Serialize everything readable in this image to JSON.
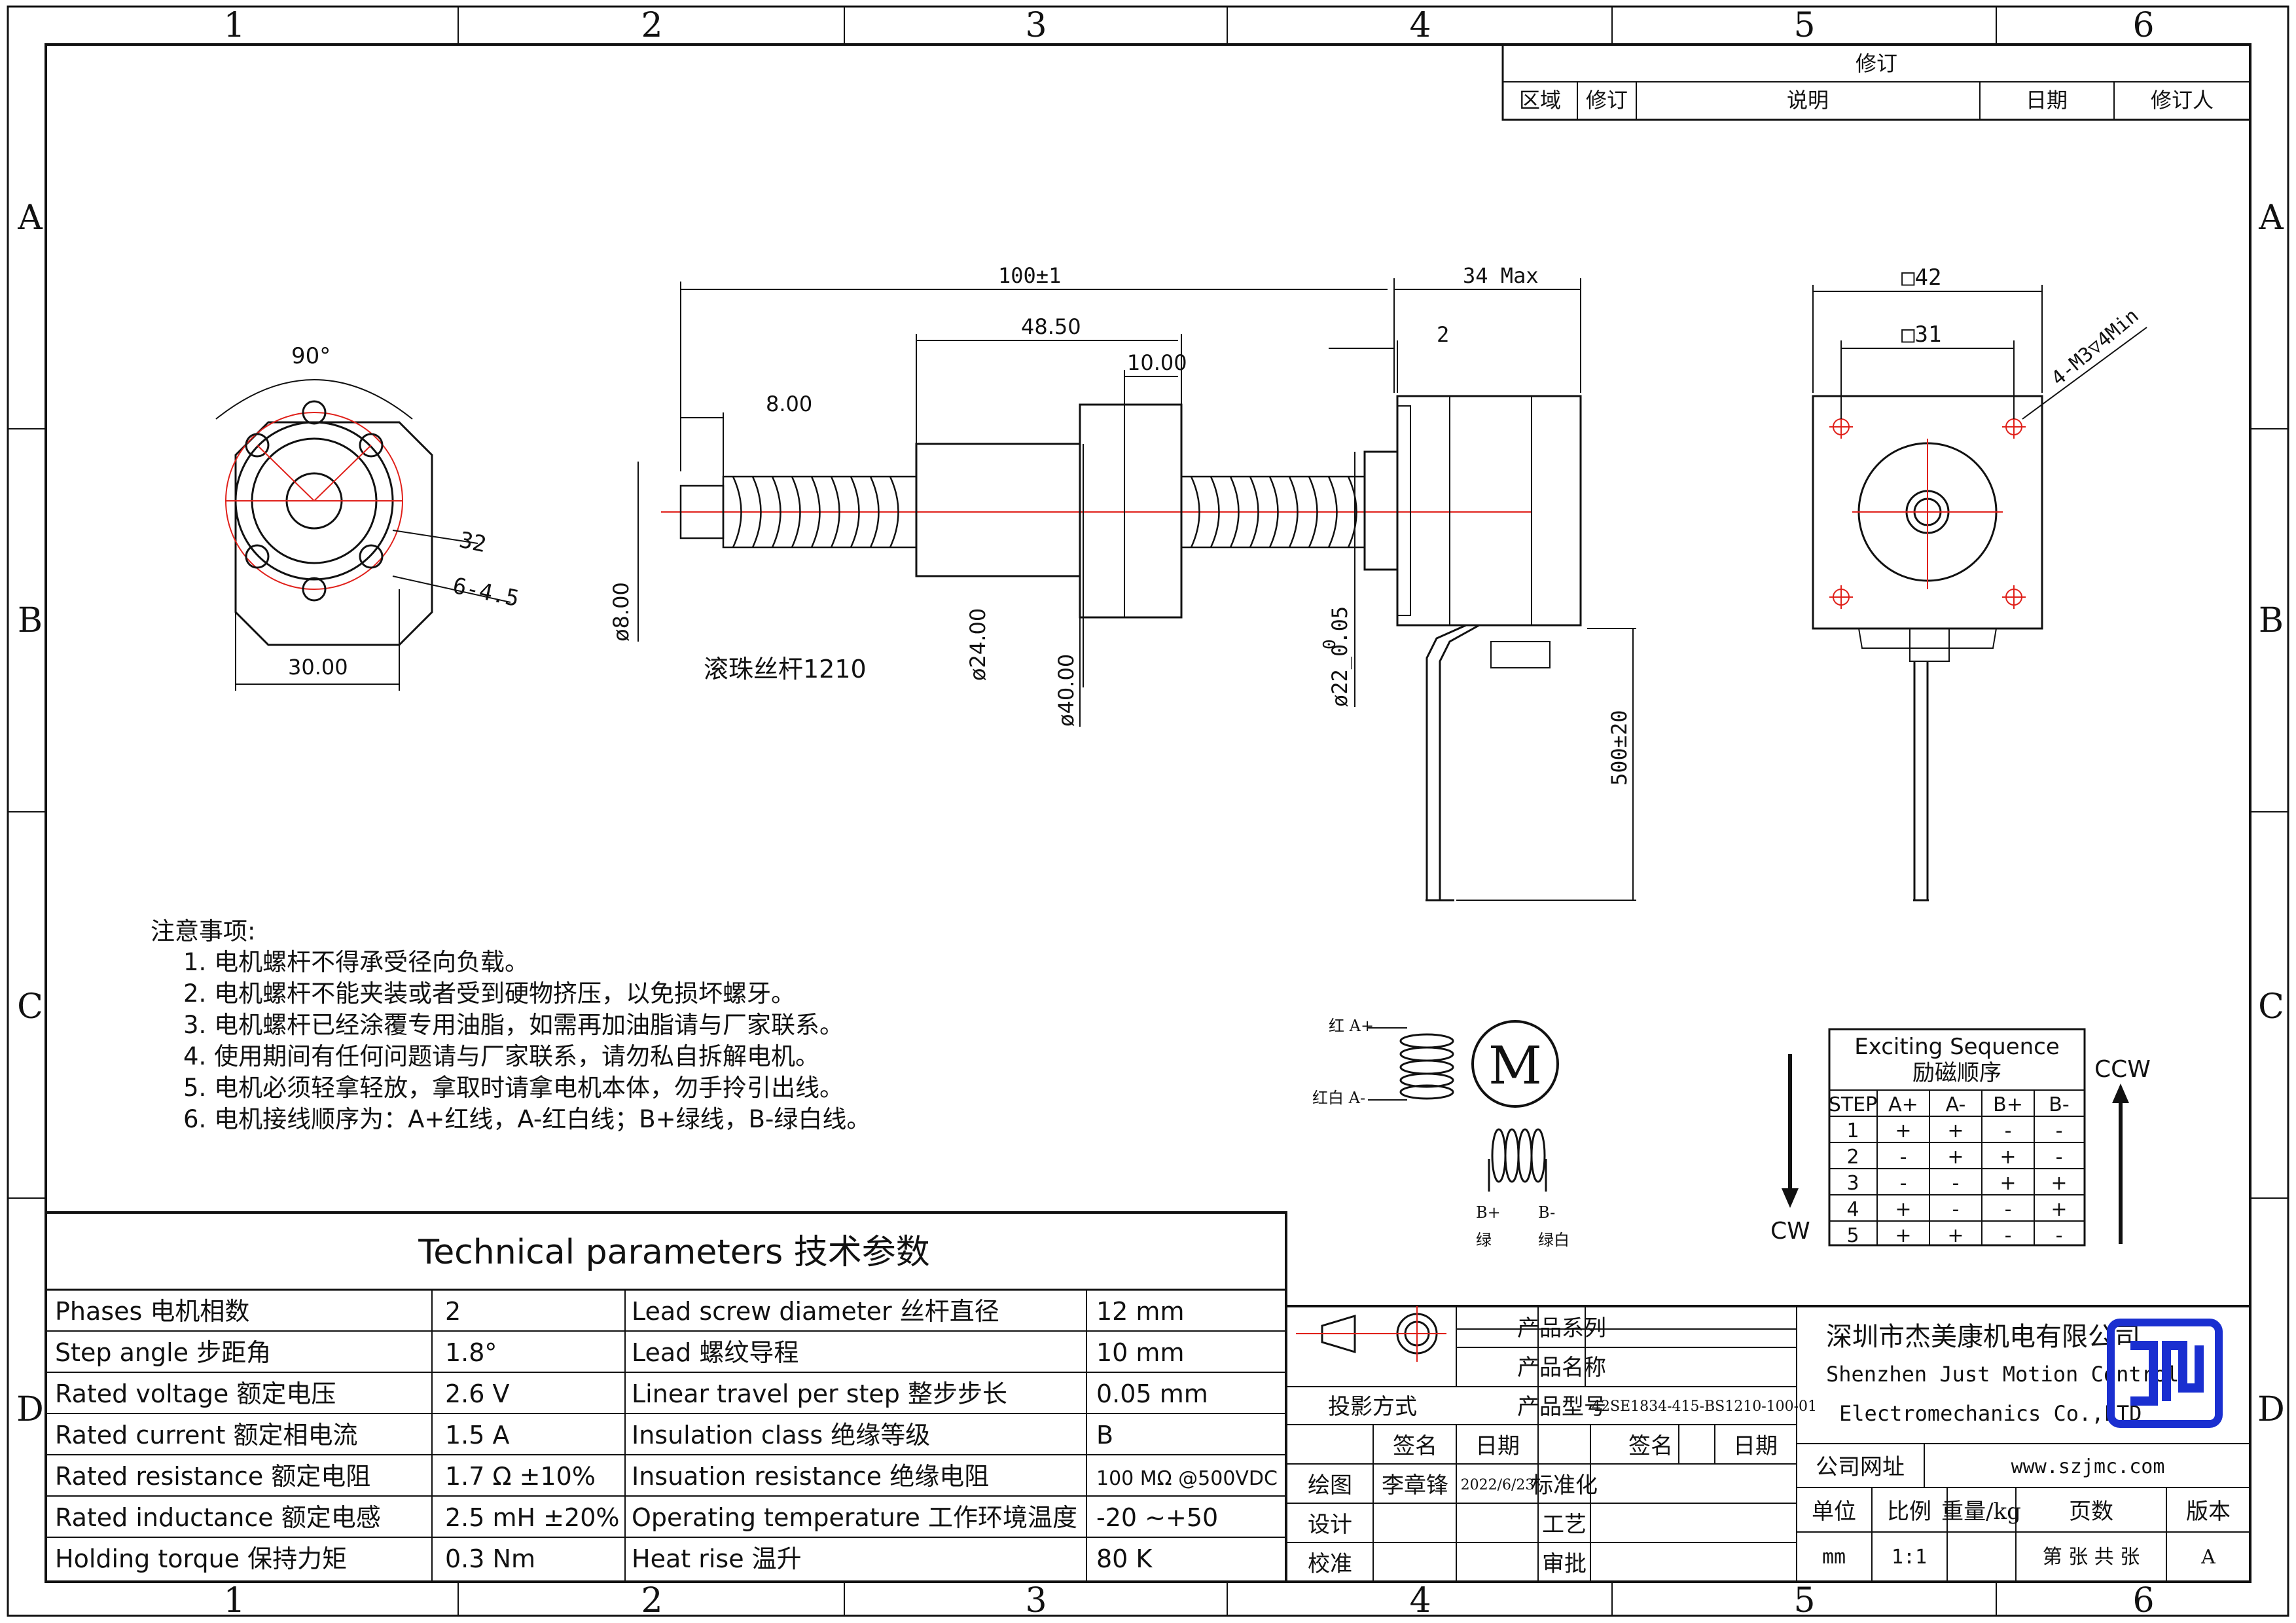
{
  "frame": {
    "col_labels": [
      "1",
      "2",
      "3",
      "4",
      "5",
      "6"
    ],
    "row_labels": [
      "A",
      "B",
      "C",
      "D"
    ]
  },
  "revision_table": {
    "title": "修订",
    "headers": [
      "区域",
      "修订",
      "说明",
      "日期",
      "修订人"
    ]
  },
  "flange_view": {
    "angle_label": "90°",
    "dim_bolt_circle": "32",
    "dim_holes": "6-4.5",
    "dim_width": "30.00"
  },
  "side_view": {
    "dim_total": "100±1",
    "dim_motor_max": "34 Max",
    "dim_nut_len": "48.50",
    "dim_flange_thk": "10.00",
    "dim_end": "8.00",
    "dim_boss": "2",
    "dim_shaft_dia": "ø8.00",
    "dim_nut_dia": "ø24.00",
    "dim_flange_dia": "ø40.00",
    "dim_boss_dia": "ø22_0.05",
    "dim_boss_tol_top": "0",
    "dim_lead_len": "500±20",
    "part_label": "滚珠丝杆1210"
  },
  "front_view": {
    "dim_body": "□42",
    "dim_hole_spacing": "□31",
    "hole_callout": "4-M3▽4Min"
  },
  "notes": {
    "title": "注意事项:",
    "items": [
      "1. 电机螺杆不得承受径向负载。",
      "2. 电机螺杆不能夹装或者受到硬物挤压，以免损坏螺牙。",
      "3. 电机螺杆已经涂覆专用油脂，如需再加油脂请与厂家联系。",
      "4. 使用期间有任何问题请与厂家联系，请勿私自拆解电机。",
      "5. 电机必须轻拿轻放，拿取时请拿电机本体，勿手拎引出线。",
      "6. 电机接线顺序为：A+红线，A-红白线；B+绿线，B-绿白线。"
    ]
  },
  "wiring": {
    "a_plus": "红 A+",
    "a_minus": "红白 A-",
    "motor_symbol": "M",
    "b_plus": "B+",
    "b_minus": "B-",
    "b_plus_color": "绿",
    "b_minus_color": "绿白"
  },
  "exciting_sequence": {
    "title_en": "Exciting Sequence",
    "title_cn": "励磁顺序",
    "cw_label": "CW",
    "ccw_label": "CCW",
    "headers": [
      "STEP",
      "A+",
      "A-",
      "B+",
      "B-"
    ],
    "rows": [
      [
        "1",
        "+",
        "+",
        "-",
        "-"
      ],
      [
        "2",
        "-",
        "+",
        "+",
        "-"
      ],
      [
        "3",
        "-",
        "-",
        "+",
        "+"
      ],
      [
        "4",
        "+",
        "-",
        "-",
        "+"
      ],
      [
        "5",
        "+",
        "+",
        "-",
        "-"
      ]
    ]
  },
  "tech_params": {
    "title": "Technical parameters 技术参数",
    "rows": [
      [
        "Phases 电机相数",
        "2",
        "Lead screw diameter 丝杆直径",
        "12 mm"
      ],
      [
        "Step angle 步距角",
        "1.8°",
        "Lead 螺纹导程",
        "10 mm"
      ],
      [
        "Rated voltage 额定电压",
        "2.6 V",
        "Linear travel per step 整步步长",
        "0.05 mm"
      ],
      [
        "Rated current 额定相电流",
        "1.5 A",
        "Insulation class 绝缘等级",
        "B"
      ],
      [
        "Rated resistance 额定电阻",
        "1.7 Ω  ±10%",
        "Insuation resistance 绝缘电阻",
        "100 MΩ @500VDC"
      ],
      [
        "Rated inductance 额定电感",
        "2.5 mH ±20%",
        "Operating temperature 工作环境温度",
        "-20   ~+50"
      ],
      [
        "Holding torque 保持力矩",
        "0.3 Nm",
        "Heat rise 温升",
        "80 K"
      ]
    ]
  },
  "title_block": {
    "projection_label": "投影方式",
    "product_series_label": "产品系列",
    "product_name_label": "产品名称",
    "product_model_label": "产品型号",
    "product_model": "42SE1834-415-BS1210-100-01",
    "sign_label": "签名",
    "date_label": "日期",
    "draw_label": "绘图",
    "drawer": "李章锋",
    "draw_date": "2022/6/23",
    "standard_label": "标准化",
    "design_label": "设计",
    "process_label": "工艺",
    "check_label": "校准",
    "approve_label": "审批",
    "sign_label2": "签名",
    "date_label2": "日期",
    "company_cn": "深圳市杰美康机电有限公司",
    "company_en_1": "Shenzhen Just Motion Control",
    "company_en_2": "Electromechanics Co.,LTD",
    "website_label": "公司网址",
    "website": "www.szjmc.com",
    "unit_label": "单位",
    "scale_label": "比例",
    "weight_label": "重量/kg",
    "pages_label": "页数",
    "version_label": "版本",
    "unit": "mm",
    "scale": "1:1",
    "pages": "第 张 共 张",
    "version": "A"
  },
  "colors": {
    "line": "#111111",
    "centerline": "#e0201a",
    "logo": "#1a2fd0"
  }
}
